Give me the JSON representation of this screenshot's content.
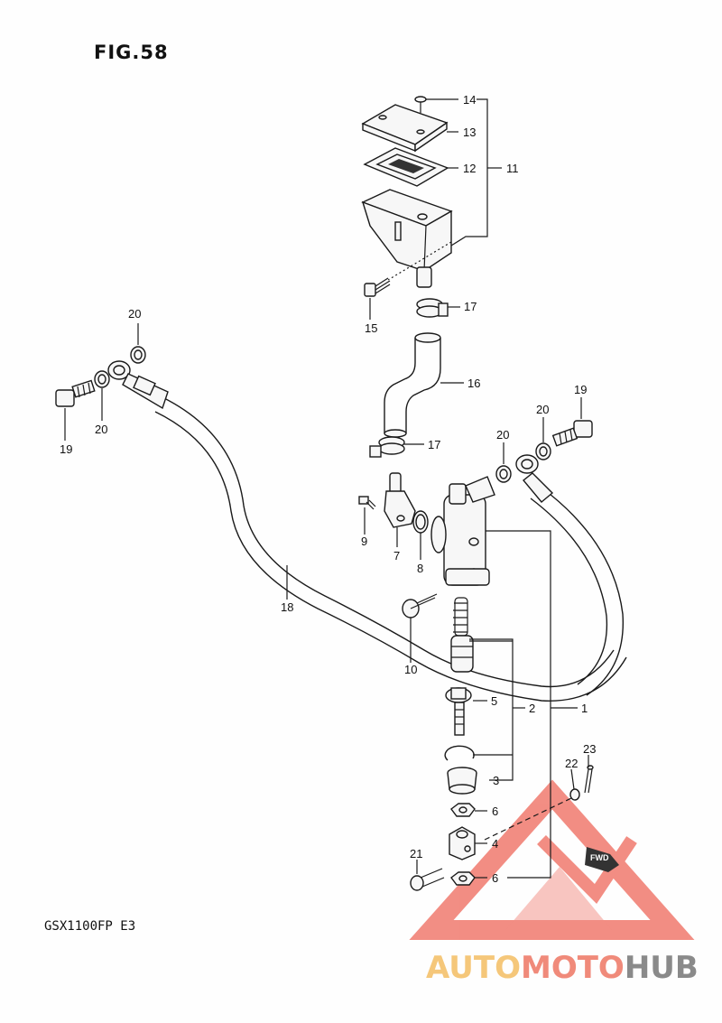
{
  "figure": {
    "title": "FIG.58",
    "model": "GSX1100FP E3",
    "fwd_label": "FWD"
  },
  "callouts": [
    {
      "id": "c1",
      "text": "1"
    },
    {
      "id": "c2",
      "text": "2"
    },
    {
      "id": "c3",
      "text": "3"
    },
    {
      "id": "c4",
      "text": "4"
    },
    {
      "id": "c5",
      "text": "5"
    },
    {
      "id": "c6a",
      "text": "6"
    },
    {
      "id": "c6b",
      "text": "6"
    },
    {
      "id": "c7",
      "text": "7"
    },
    {
      "id": "c8",
      "text": "8"
    },
    {
      "id": "c9",
      "text": "9"
    },
    {
      "id": "c10",
      "text": "10"
    },
    {
      "id": "c11",
      "text": "11"
    },
    {
      "id": "c12",
      "text": "12"
    },
    {
      "id": "c13",
      "text": "13"
    },
    {
      "id": "c14",
      "text": "14"
    },
    {
      "id": "c15",
      "text": "15"
    },
    {
      "id": "c16",
      "text": "16"
    },
    {
      "id": "c17a",
      "text": "17"
    },
    {
      "id": "c17b",
      "text": "17"
    },
    {
      "id": "c18",
      "text": "18"
    },
    {
      "id": "c19a",
      "text": "19"
    },
    {
      "id": "c19b",
      "text": "19"
    },
    {
      "id": "c20a",
      "text": "20"
    },
    {
      "id": "c20b",
      "text": "20"
    },
    {
      "id": "c20c",
      "text": "20"
    },
    {
      "id": "c20d",
      "text": "20"
    },
    {
      "id": "c21",
      "text": "21"
    },
    {
      "id": "c22",
      "text": "22"
    },
    {
      "id": "c23",
      "text": "23"
    }
  ],
  "watermark": {
    "brand_parts": [
      {
        "text": "AUTO",
        "color": "#f5c77a"
      },
      {
        "text": "MOTO",
        "color": "#f08a7a"
      },
      {
        "text": "HUB",
        "color": "#8a8a8a"
      }
    ],
    "logo_color": "#f07a6e"
  }
}
